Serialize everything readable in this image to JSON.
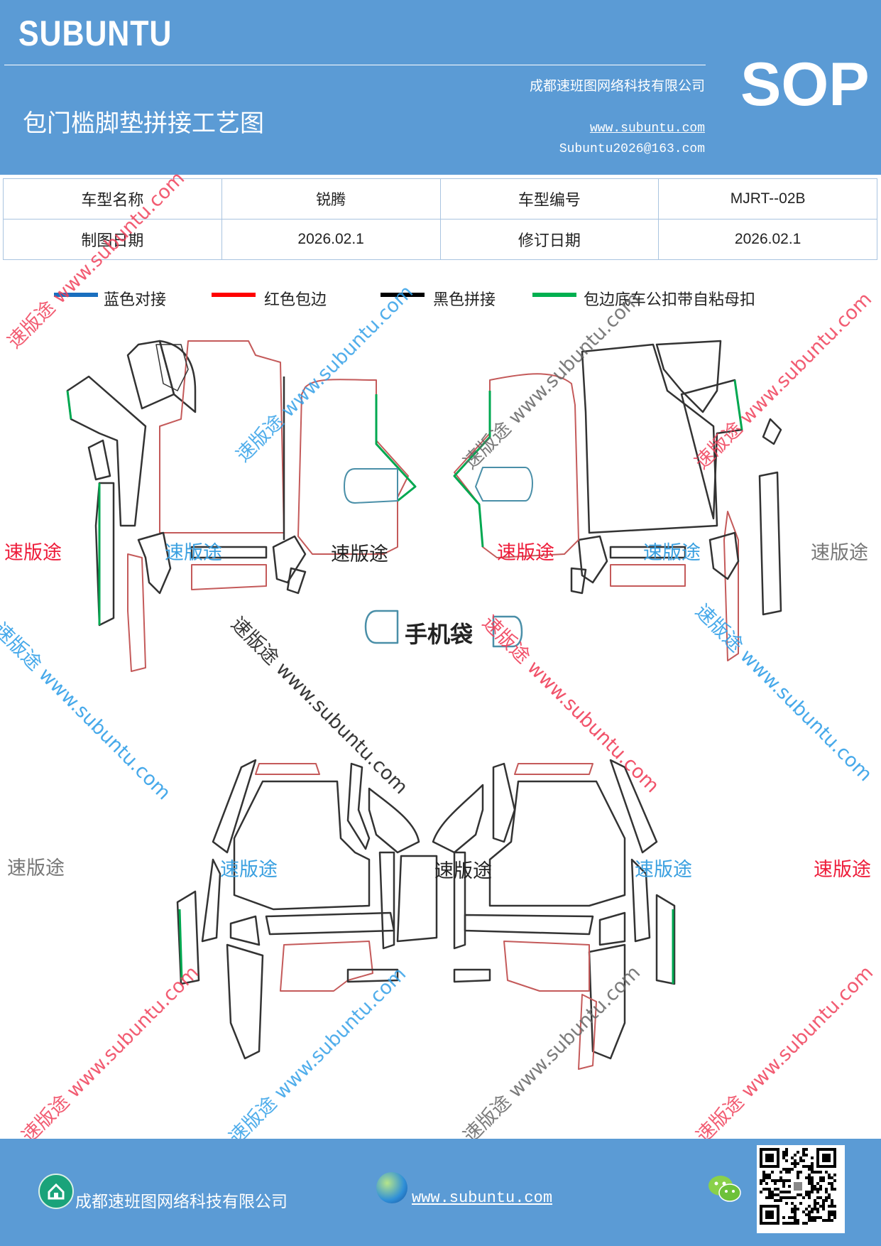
{
  "header": {
    "brand": "SUBUNTU",
    "company": "成都速班图网络科技有限公司",
    "doc_title": "包门槛脚垫拼接工艺图",
    "website": "www.subuntu.com",
    "email": "Subuntu2026@163.com",
    "badge": "SOP"
  },
  "info_table": {
    "rows": [
      [
        {
          "text": "车型名称",
          "kind": "lbl"
        },
        {
          "text": "锐腾",
          "kind": "val"
        },
        {
          "text": "车型编号",
          "kind": "lbl"
        },
        {
          "text": "MJRT--02B",
          "kind": "val"
        }
      ],
      [
        {
          "text": "制图日期",
          "kind": "lbl"
        },
        {
          "text": "2026.02.1",
          "kind": "val"
        },
        {
          "text": "修订日期",
          "kind": "lbl"
        },
        {
          "text": "2026.02.1",
          "kind": "val"
        }
      ]
    ]
  },
  "legend": [
    {
      "label": "蓝色对接",
      "color": "#1a6fbf"
    },
    {
      "label": "红色包边",
      "color": "#ff0000"
    },
    {
      "label": "黑色拼接",
      "color": "#000000"
    },
    {
      "label": "包边底车公扣带自粘母扣",
      "color": "#00b050"
    }
  ],
  "drawing": {
    "phone_pocket_label": "手机袋",
    "brand_word": "速版途",
    "diagonal_watermark": "速版途 www.subuntu.com",
    "watermark_colors": {
      "red": "#f0405a",
      "blue": "#33a0e8",
      "gray": "#777777",
      "black": "#222222"
    }
  },
  "footer": {
    "company": "成都速班图网络科技有限公司",
    "website": "www.subuntu.com",
    "home_icon": "home-icon",
    "globe_icon": "globe-icon",
    "wechat_icon": "wechat-icon",
    "qr_code": "qr-code"
  }
}
